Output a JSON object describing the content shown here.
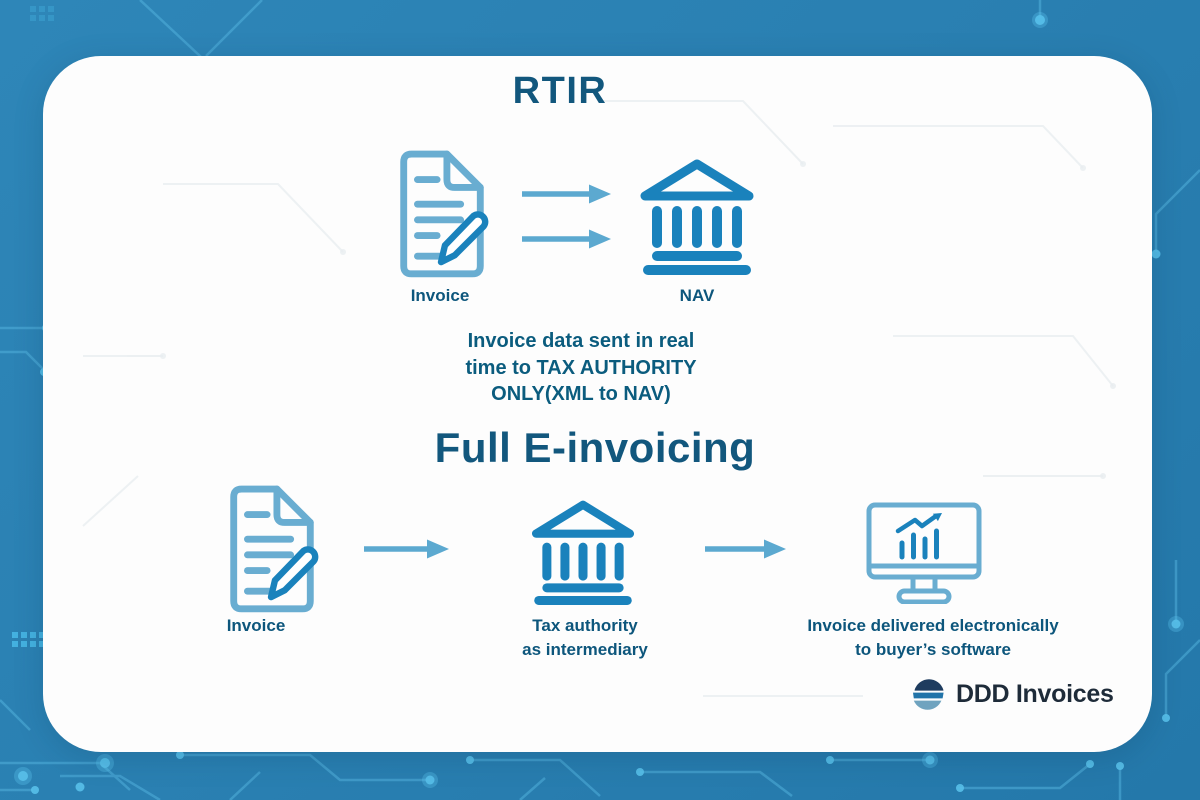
{
  "colors": {
    "background_blue": "#2a80b2",
    "card_white": "#fdfdfd",
    "heading_navy": "#12577d",
    "body_teal": "#0b5c7e",
    "label_teal": "#0d567c",
    "icon_light_blue": "#69add1",
    "icon_medium_blue": "#1a82bc",
    "arrow_blue": "#5ca9d0",
    "logo_text_navy": "#1e2b39",
    "circuit_trace_blue": "#55b5e0"
  },
  "icons": {
    "invoice": "invoice-document-pencil-icon",
    "tax_authority": "bank-building-icon",
    "buyer_software": "monitor-chart-icon",
    "flow": "right-arrow-icon",
    "logo": "ddd-stacked-disc-icon"
  },
  "rtir": {
    "title": "RTIR",
    "invoice_label": "Invoice",
    "nav_label": "NAV",
    "description_lines": [
      "Invoice data sent in real",
      "time to TAX AUTHORITY",
      "ONLY(XML to NAV)"
    ]
  },
  "full_einvoicing": {
    "title": "Full E-invoicing",
    "invoice_label": "Invoice",
    "tax_authority_lines": [
      "Tax authority",
      "as intermediary"
    ],
    "delivery_lines": [
      "Invoice delivered electronically",
      "to buyer’s software"
    ]
  },
  "branding": {
    "logo_text": "DDD Invoices"
  }
}
